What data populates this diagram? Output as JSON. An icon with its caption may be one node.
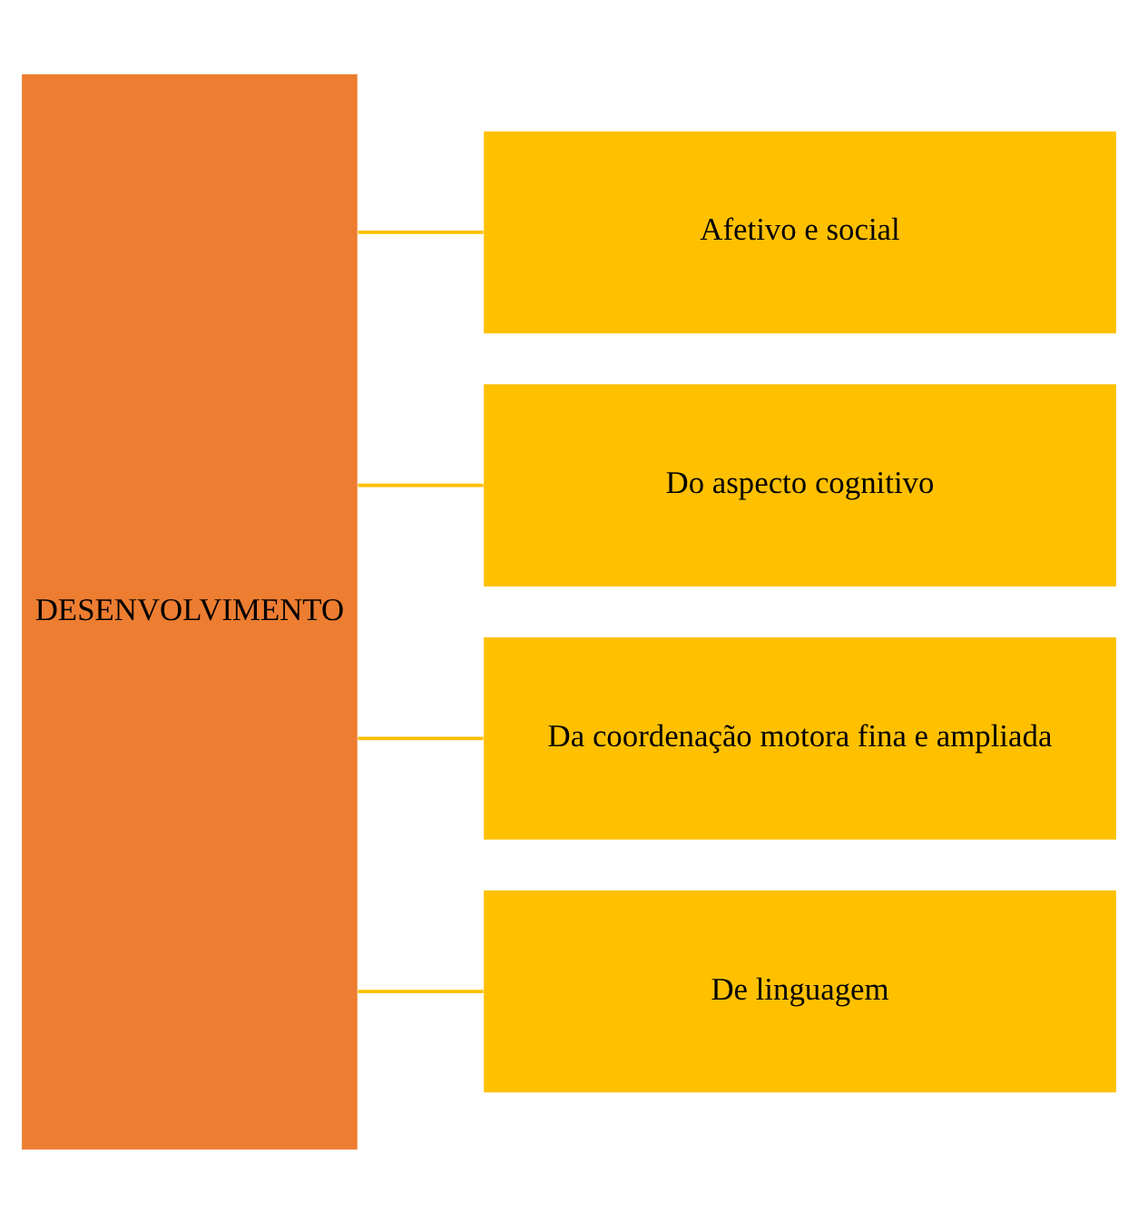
{
  "diagram": {
    "nodes": [
      {
        "text": [
          "DESENVOLVIMENTO"
        ]
      },
      {
        "text": [
          "Afetivo e social"
        ]
      },
      {
        "text": [
          "Do aspecto cognitivo"
        ]
      },
      {
        "text": [
          "Da coordenação motora fina e ampliada"
        ]
      },
      {
        "text": [
          "De linguagem"
        ]
      }
    ],
    "edges": [
      {
        "from": 0,
        "to": 1,
        "arrow": "none"
      },
      {
        "from": 0,
        "to": 2,
        "arrow": "none"
      },
      {
        "from": 0,
        "to": 3,
        "arrow": "none"
      },
      {
        "from": 0,
        "to": 4,
        "arrow": "none"
      }
    ]
  }
}
